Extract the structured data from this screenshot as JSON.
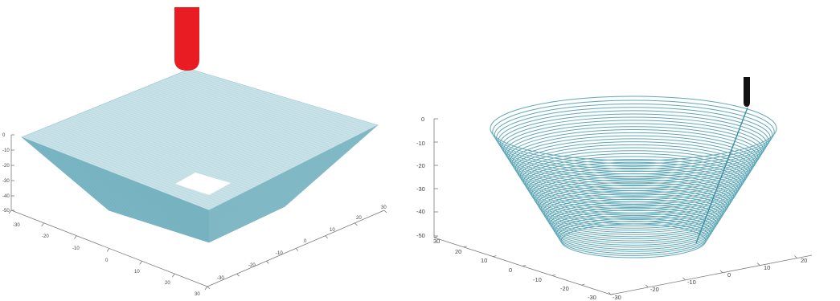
{
  "colors": {
    "surface": "#5fa8b8",
    "surface_light": "#cfe8ee",
    "tool_left": "#e81c22",
    "tool_right": "#111111",
    "axis": "#7a7a7a"
  },
  "chart_data": [
    {
      "type": "3d-surface",
      "shape": "truncated pyramid pocket",
      "z_ticks": [
        "0",
        "-10",
        "-20",
        "-30",
        "-40",
        "-50"
      ],
      "x_ticks": [
        "-30",
        "-20",
        "-10",
        "0",
        "10",
        "20",
        "30"
      ],
      "y_ticks": [
        "30",
        "20",
        "10",
        "0",
        "-10",
        "-20",
        "-30"
      ],
      "tool": "red"
    },
    {
      "type": "3d-line",
      "shape": "truncated cone spiral toolpath",
      "z_ticks": [
        "0",
        "-10",
        "-20",
        "-30",
        "-40",
        "-50"
      ],
      "y_ticks": [
        "30",
        "20",
        "10",
        "0",
        "-10",
        "-20",
        "-30"
      ],
      "x_ticks": [
        "-30",
        "-20",
        "-10",
        "0",
        "10",
        "20"
      ],
      "tool": "black"
    }
  ]
}
